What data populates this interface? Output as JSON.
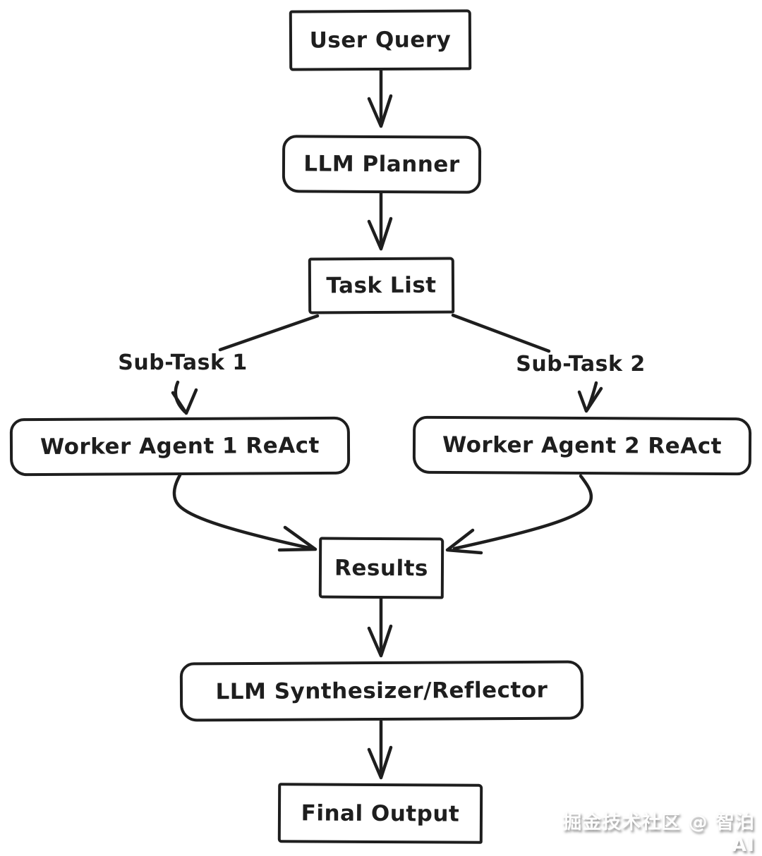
{
  "diagram": {
    "type": "flowchart",
    "style": "hand-drawn sketch, black strokes on white background",
    "colors": {
      "stroke": "#1e1e1e",
      "background": "#ffffff",
      "watermark_shadow": "#8c8c8c"
    },
    "nodes": {
      "user_query": {
        "label": "User Query",
        "shape": "rectangle"
      },
      "llm_planner": {
        "label": "LLM Planner",
        "shape": "rounded-rectangle"
      },
      "task_list": {
        "label": "Task List",
        "shape": "rectangle"
      },
      "sub_task_1": {
        "label": "Sub-Task 1",
        "shape": "text-label"
      },
      "sub_task_2": {
        "label": "Sub-Task 2",
        "shape": "text-label"
      },
      "worker_agent_1": {
        "label": "Worker Agent 1 ReAct",
        "shape": "rounded-rectangle"
      },
      "worker_agent_2": {
        "label": "Worker Agent 2 ReAct",
        "shape": "rounded-rectangle"
      },
      "results": {
        "label": "Results",
        "shape": "rectangle"
      },
      "synthesizer": {
        "label": "LLM Synthesizer/Reflector",
        "shape": "rounded-rectangle"
      },
      "final_output": {
        "label": "Final Output",
        "shape": "rectangle"
      }
    },
    "edges": [
      {
        "from": "User Query",
        "to": "LLM Planner",
        "type": "arrow"
      },
      {
        "from": "LLM Planner",
        "to": "Task List",
        "type": "arrow"
      },
      {
        "from": "Task List",
        "to": "Sub-Task 1",
        "type": "line"
      },
      {
        "from": "Task List",
        "to": "Sub-Task 2",
        "type": "line"
      },
      {
        "from": "Sub-Task 1",
        "to": "Worker Agent 1 ReAct",
        "type": "arrow"
      },
      {
        "from": "Sub-Task 2",
        "to": "Worker Agent 2 ReAct",
        "type": "arrow"
      },
      {
        "from": "Worker Agent 1 ReAct",
        "to": "Results",
        "type": "curved-arrow"
      },
      {
        "from": "Worker Agent 2 ReAct",
        "to": "Results",
        "type": "curved-arrow"
      },
      {
        "from": "Results",
        "to": "LLM Synthesizer/Reflector",
        "type": "arrow"
      },
      {
        "from": "LLM Synthesizer/Reflector",
        "to": "Final Output",
        "type": "arrow"
      }
    ],
    "watermark": {
      "text": "掘金技术社区 @ 智泊AI"
    }
  }
}
